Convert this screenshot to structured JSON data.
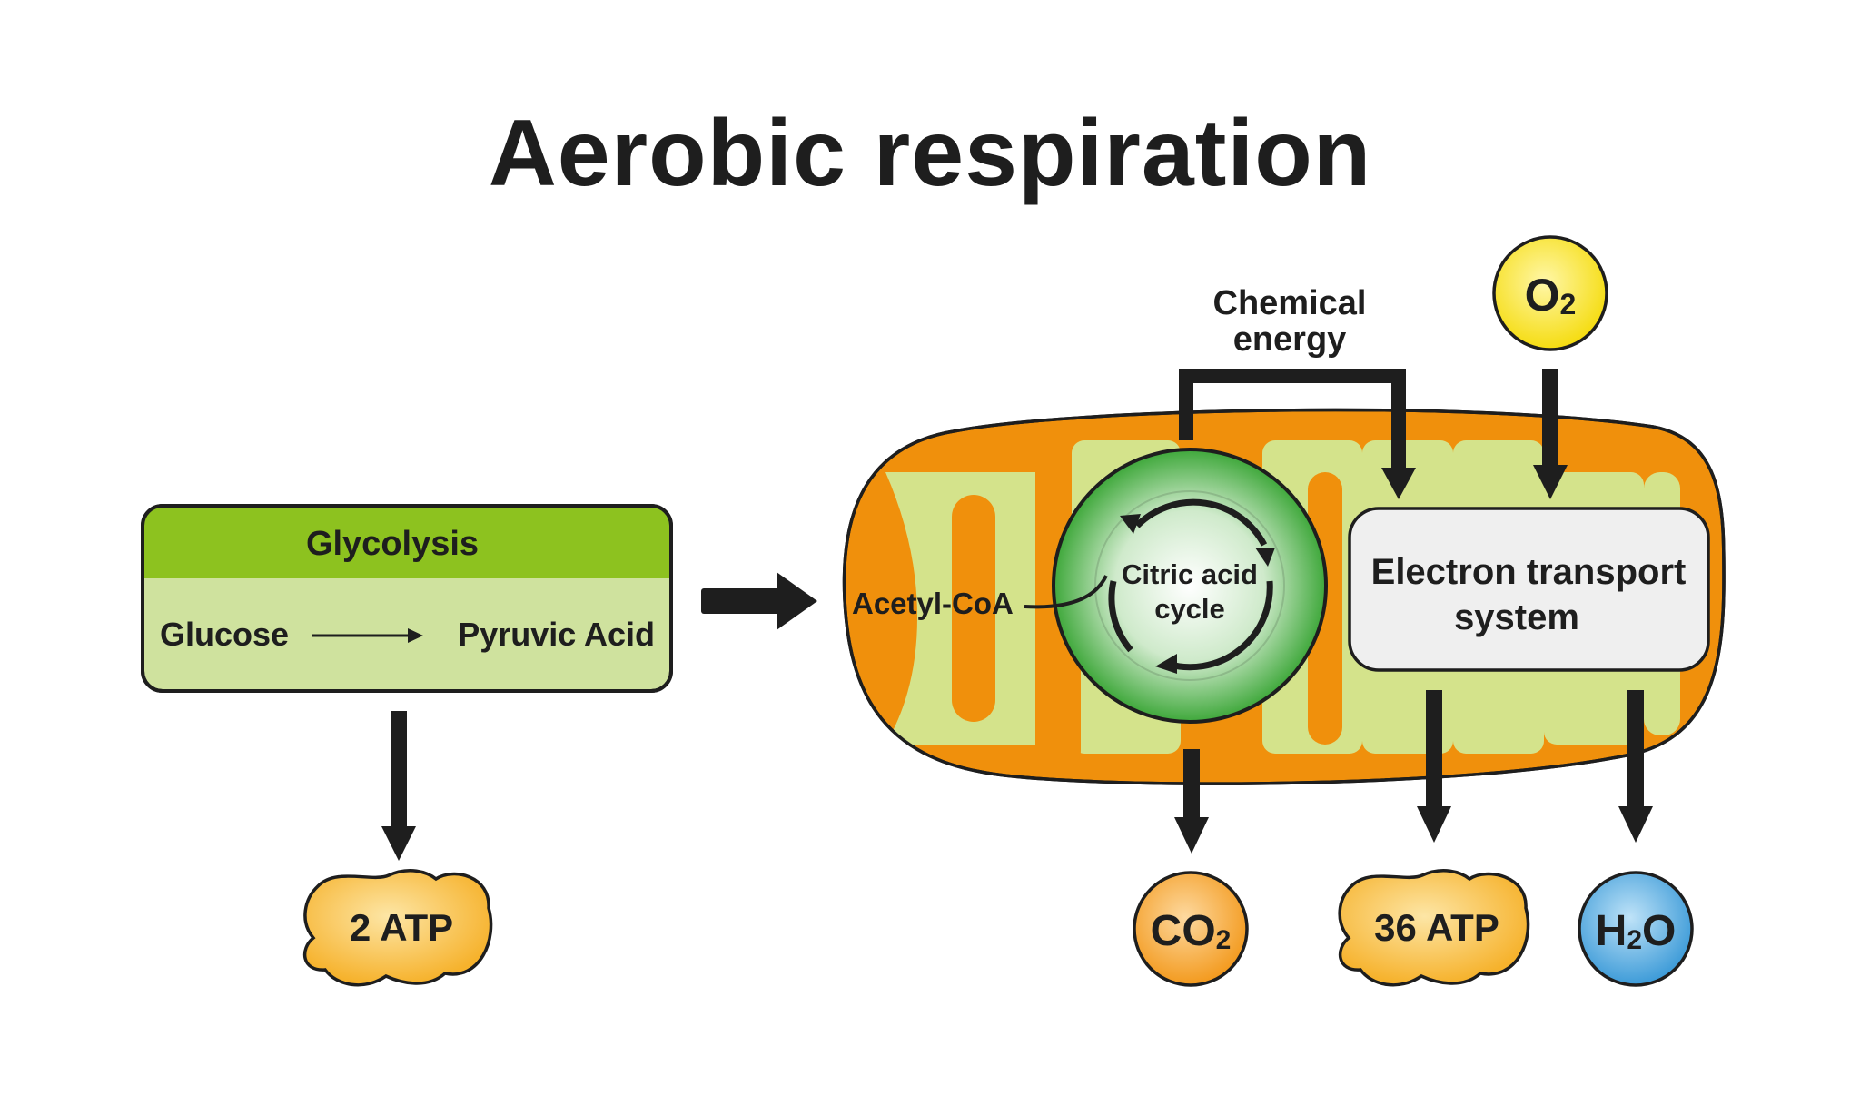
{
  "title": "Aerobic respiration",
  "glycolysis": {
    "header": "Glycolysis",
    "input": "Glucose",
    "output": "Pyruvic Acid",
    "product": "2 ATP"
  },
  "mitochondrion": {
    "acetyl_coa": "Acetyl-CoA",
    "citric_cycle_line1": "Citric acid",
    "citric_cycle_line2": "cycle",
    "ets_line1": "Electron transport",
    "ets_line2": "system",
    "chemical_energy_line1": "Chemical",
    "chemical_energy_line2": "energy"
  },
  "molecules": {
    "oxygen": {
      "symbol": "O",
      "subscript": "2"
    },
    "carbon_dioxide": {
      "symbol": "CO",
      "subscript": "2"
    },
    "water": {
      "prefix": "H",
      "subscript": "2",
      "suffix": "O"
    },
    "atp_ets": "36 ATP"
  },
  "colors": {
    "glycolysis_header": "#8dc21f",
    "glycolysis_body": "#cfe29e",
    "mito_outer": "#f0900c",
    "mito_inner": "#d4e38b",
    "citric_ring": "#3fa83b",
    "ets_box": "#efefef",
    "atp": "#f7b733",
    "co2": "#f39a1e",
    "o2": "#fbe522",
    "h2o": "#4aa8e0",
    "stroke": "#1e1e1e"
  }
}
